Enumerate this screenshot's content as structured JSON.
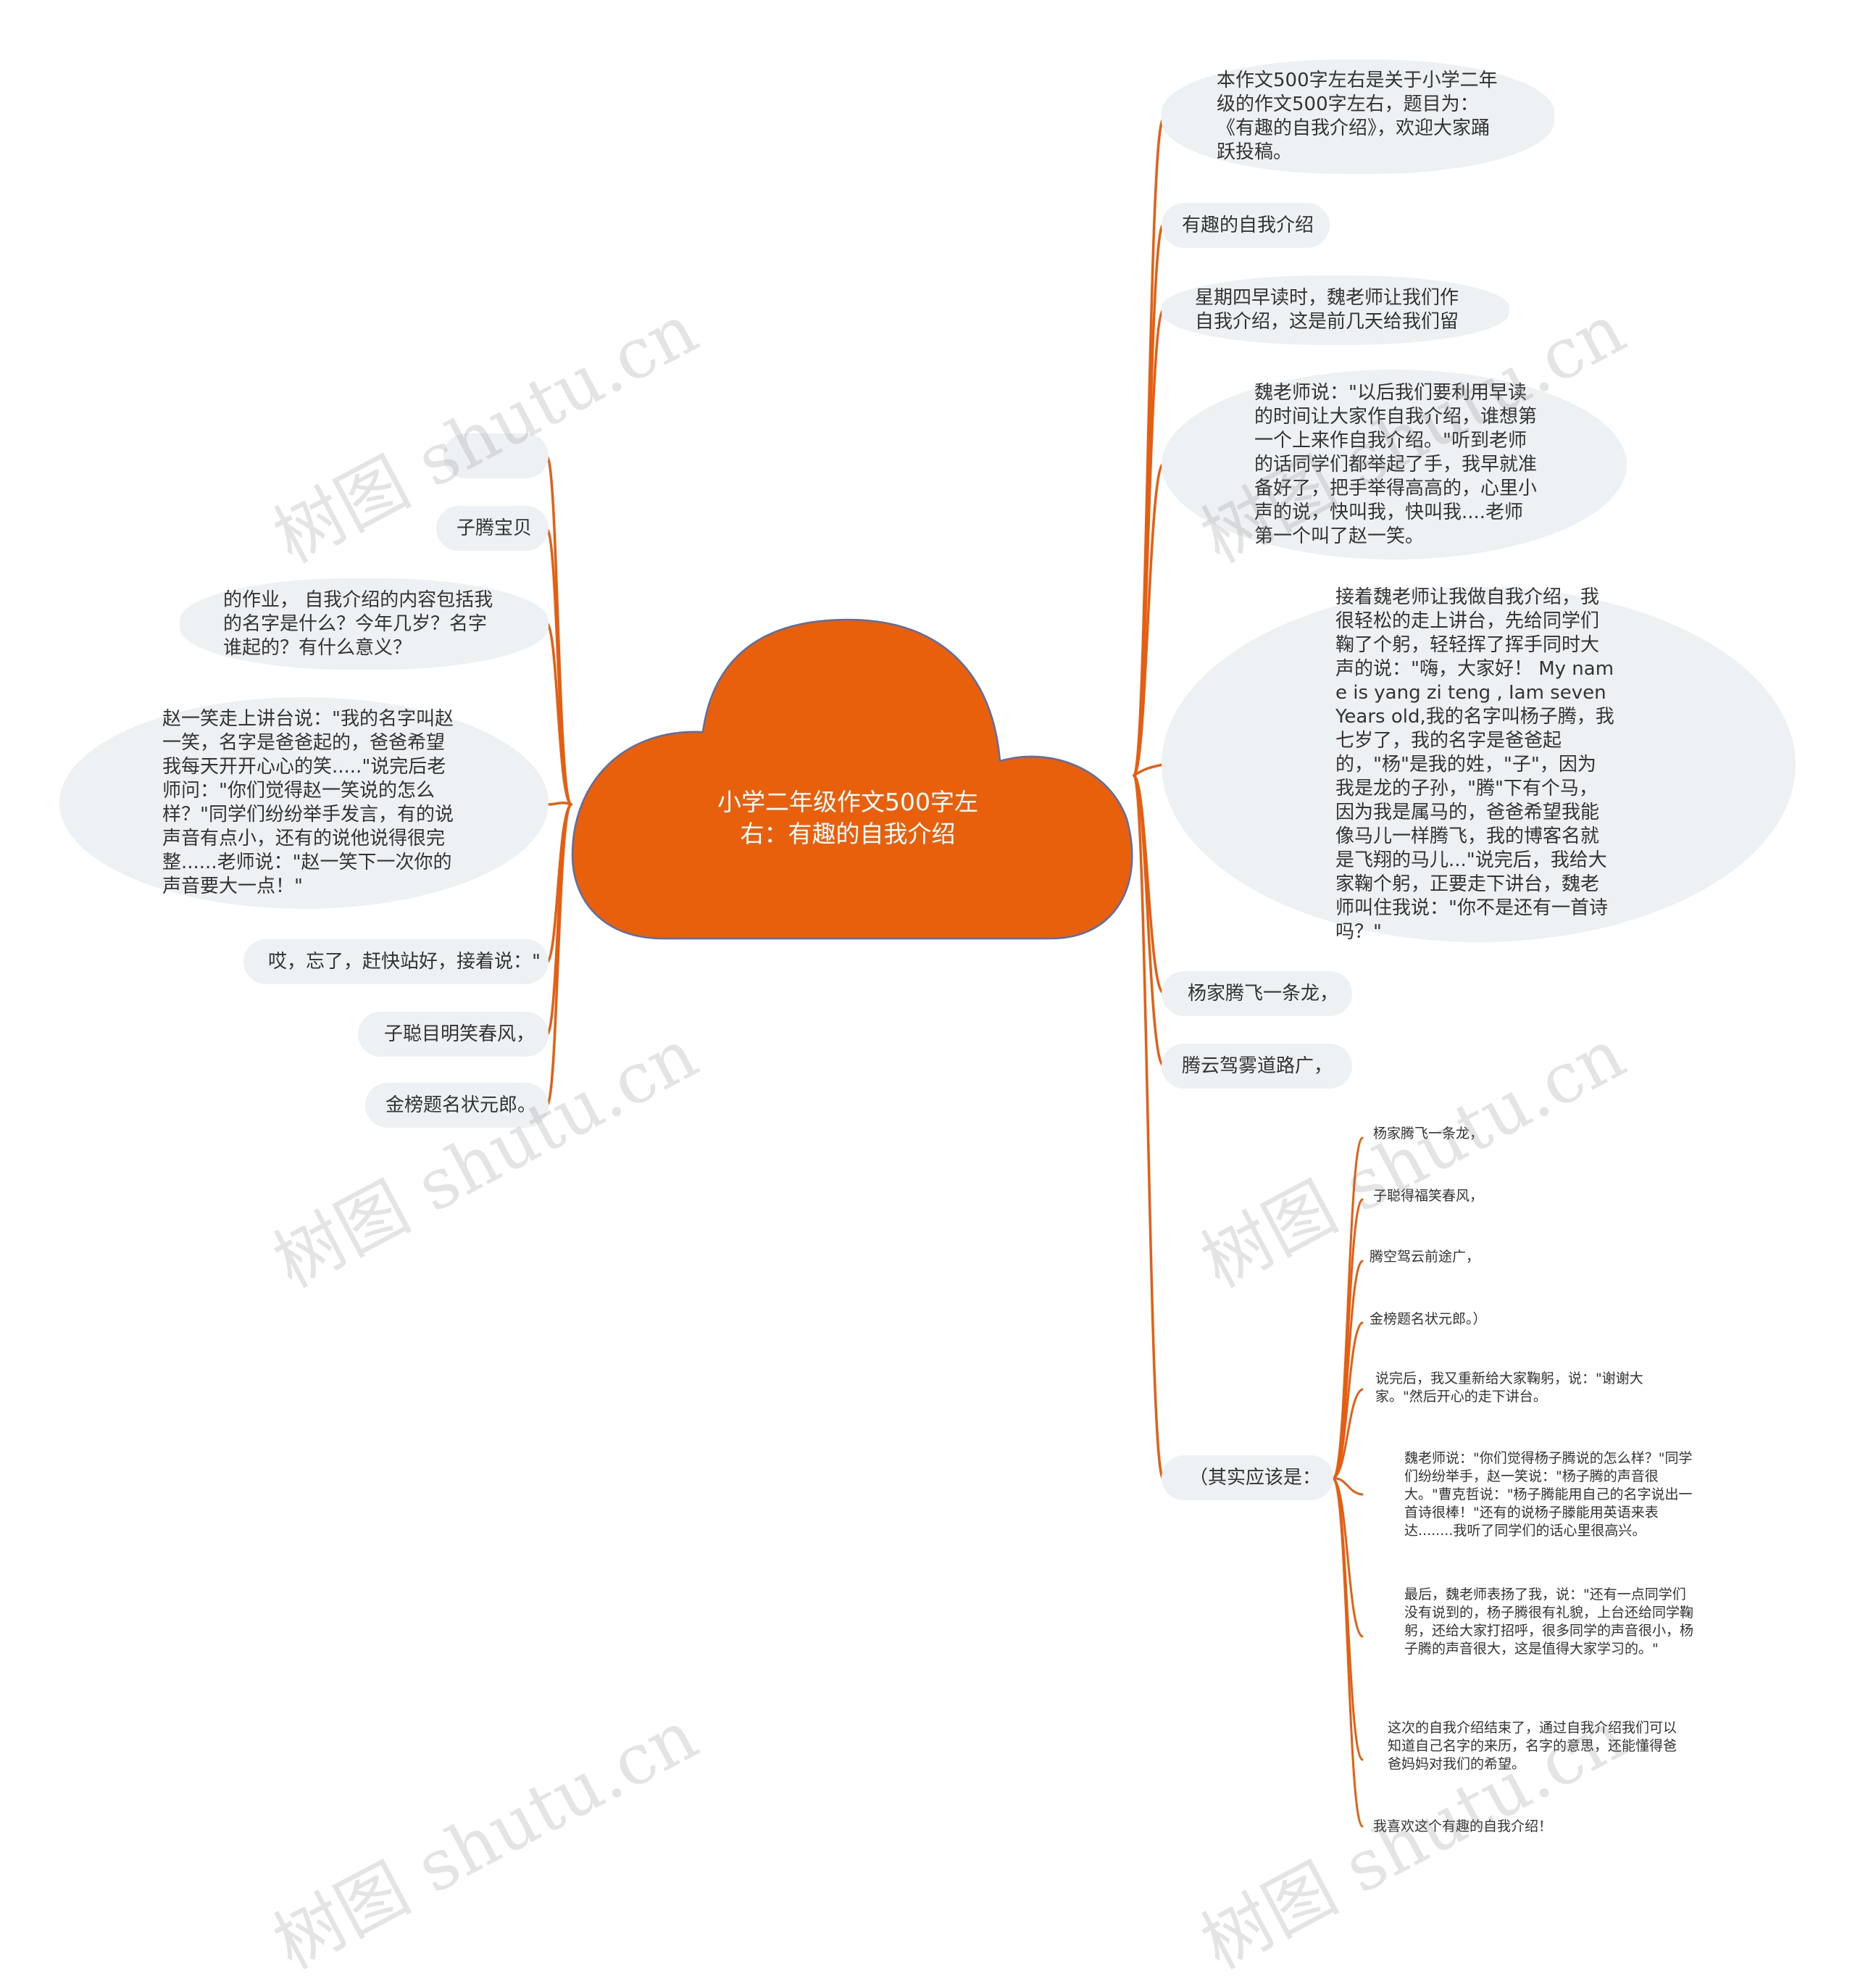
{
  "root": {
    "title": "小学二年级作文500字左右：有趣的自我介绍"
  },
  "colors": {
    "accent": "#e85f0c",
    "node_bg": "#eef1f4",
    "link": "#e55e11",
    "text": "#333333"
  },
  "watermark": "树图 shutu.cn",
  "left_nodes": [
    "",
    "子腾宝贝",
    " 的作业， 自我介绍的内容包括我的名字是什么？今年几岁？名字谁起的？有什么意义？",
    " 赵一笑走上讲台说：\"我的名字叫赵一笑，名字是爸爸起的，爸爸希望我每天开开心心的笑.....\"说完后老师问：\"你们觉得赵一笑说的怎么样？\"同学们纷纷举手发言，有的说声音有点小，还有的说他说得很完整......老师说：\"赵一笑下一次你的声音要大一点！\"",
    "哎，忘了，赶快站好，接着说：\"",
    "子聪目明笑春风，",
    "金榜题名状元郎。"
  ],
  "right_nodes": [
    "本作文500字左右是关于小学二年级的作文500字左右，题目为：《有趣的自我介绍》，欢迎大家踊跃投稿。",
    "有趣的自我介绍",
    "星期四早读时，魏老师让我们作自我介绍，这是前几天给我们留",
    " 魏老师说：\"以后我们要利用早读的时间让大家作自我介绍，谁想第一个上来作自我介绍。\"听到老师的话同学们都举起了手，我早就准备好了，把手举得高高的，心里小声的说，快叫我，快叫我....老师第一个叫了赵一笑。",
    " 接着魏老师让我做自我介绍，我很轻松的走上讲台，先给同学们鞠了个躬，轻轻挥了挥手同时大声的说：\"嗨，大家好！ My name is yang zi teng , Iam sevenYears old,我的名字叫杨子腾，我七岁了，我的名字是爸爸起的，\"杨\"是我的姓，\"子\"，因为我是龙的子孙，\"腾\"下有个马，因为我是属马的，爸爸希望我能像马儿一样腾飞，我的博客名就是飞翔的马儿...\"说完后，我给大家鞠个躬，正要走下讲台，魏老师叫住我说：\"你不是还有一首诗吗？\"",
    "杨家腾飞一条龙，",
    "腾云驾雾道路广，",
    "（其实应该是："
  ],
  "sub_nodes": [
    "杨家腾飞一条龙，",
    "子聪得福笑春风，",
    "腾空驾云前途广，",
    "金榜题名状元郎。）",
    " 说完后，我又重新给大家鞠躬，说：\"谢谢大家。\"然后开心的走下讲台。",
    " 魏老师说：\"你们觉得杨子腾说的怎么样？\"同学们纷纷举手，赵一笑说：\"杨子腾的声音很大。\"曹克哲说：\"杨子腾能用自己的名字说出一首诗很棒！\"还有的说杨子滕能用英语来表达........我听了同学们的话心里很高兴。",
    " 最后，魏老师表扬了我，说：\"还有一点同学们没有说到的，杨子腾很有礼貌，上台还给同学鞠躬，还给大家打招呼，很多同学的声音很小，杨子腾的声音很大，这是值得大家学习的。\"",
    " 这次的自我介绍结束了，通过自我介绍我们可以知道自己名字的来历，名字的意思，还能懂得爸爸妈妈对我们的希望。",
    "我喜欢这个有趣的自我介绍！"
  ]
}
